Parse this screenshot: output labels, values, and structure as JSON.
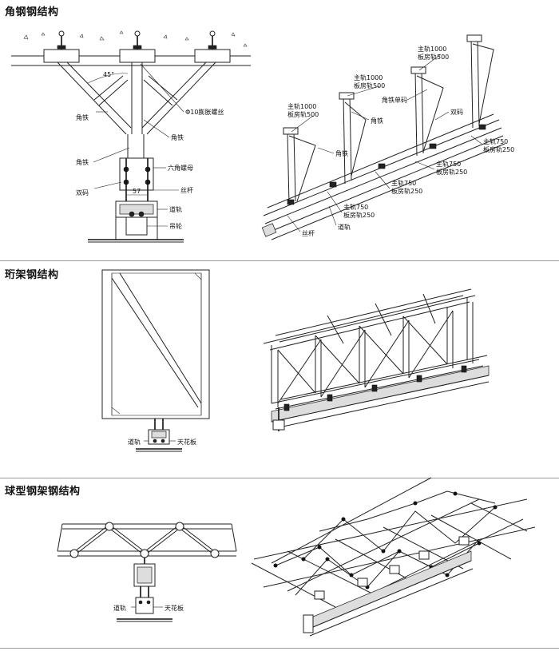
{
  "sections": [
    {
      "title": "角钢钢结构"
    },
    {
      "title": "珩架钢结构"
    },
    {
      "title": "球型钢架钢结构"
    }
  ],
  "angle_steel_front": {
    "angle": "45°",
    "labels": {
      "angle_iron_1": "角铁",
      "expansion_bolt": "Φ10膨胀螺丝",
      "angle_iron_2": "角铁",
      "angle_iron_3": "角铁",
      "hex_nut": "六角螺母",
      "double_clip": "双码",
      "rod": "丝杆",
      "dimension": "57",
      "track": "道轨",
      "pulley": "吊轮"
    }
  },
  "angle_steel_iso": {
    "labels": [
      {
        "l1": "主轨1000",
        "l2": "板房轨500"
      },
      {
        "l1": "主轨1000",
        "l2": "板房轨500"
      },
      {
        "l1": "主轨1000",
        "l2": "板房轨500"
      },
      {
        "l1": "角铁单码"
      },
      {
        "l1": "角铁"
      },
      {
        "l1": "双码"
      },
      {
        "l1": "角铁"
      },
      {
        "l1": "主轨750",
        "l2": "板房轨250"
      },
      {
        "l1": "主轨750",
        "l2": "板房轨250"
      },
      {
        "l1": "主轨750",
        "l2": "板房轨250"
      },
      {
        "l1": "主轨750",
        "l2": "板房轨250"
      },
      {
        "l1": "丝杆"
      },
      {
        "l1": "道轨"
      }
    ]
  },
  "truss_front": {
    "labels": {
      "track": "道轨",
      "ceiling": "天花板"
    }
  },
  "sphere_front": {
    "labels": {
      "track": "道轨",
      "ceiling": "天花板"
    }
  }
}
